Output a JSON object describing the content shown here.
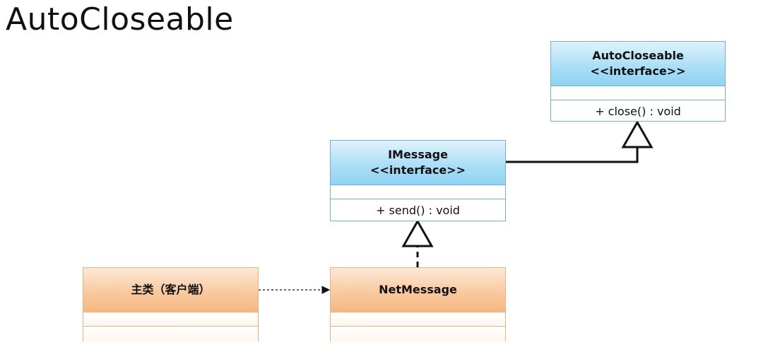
{
  "page": {
    "title": "AutoCloseable"
  },
  "classes": {
    "autocloseable": {
      "name": "AutoCloseable",
      "stereotype": "<<interface>>",
      "attributes": "",
      "operations": "+ close() : void"
    },
    "imessage": {
      "name": "IMessage",
      "stereotype": "<<interface>>",
      "attributes": "",
      "operations": "+ send() : void"
    },
    "netmessage": {
      "name": "NetMessage",
      "attributes": "",
      "operations": ""
    },
    "main_class": {
      "name": "主类（客户端）",
      "attributes": "",
      "operations": ""
    }
  },
  "colors": {
    "interface_fill": "#a8ddf6",
    "class_fill": "#f9c79c",
    "interface_border": "#7aaecf",
    "class_border": "#e2b48a"
  }
}
